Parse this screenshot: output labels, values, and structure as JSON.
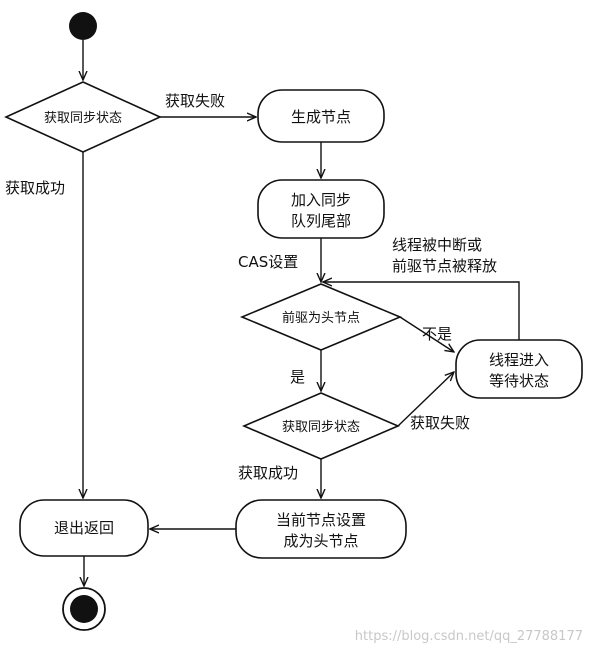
{
  "nodes": {
    "diamond_get_sync_top": "获取同步状态",
    "generate_node": "生成节点",
    "add_to_queue_line1": "加入同步",
    "add_to_queue_line2": "队列尾部",
    "diamond_pred_is_head": "前驱为头节点",
    "wait_state_line1": "线程进入",
    "wait_state_line2": "等待状态",
    "diamond_get_sync_bottom": "获取同步状态",
    "set_head_line1": "当前节点设置",
    "set_head_line2": "成为头节点",
    "exit_return": "退出返回"
  },
  "edges": {
    "fail_top": "获取失败",
    "success_left": "获取成功",
    "cas_set": "CAS设置",
    "interrupt_line1": "线程被中断或",
    "interrupt_line2": "前驱节点被释放",
    "not_yes": "不是",
    "yes": "是",
    "fail_bottom": "获取失败",
    "success_bottom": "获取成功"
  },
  "watermark": "https://blog.csdn.net/qq_27788177"
}
